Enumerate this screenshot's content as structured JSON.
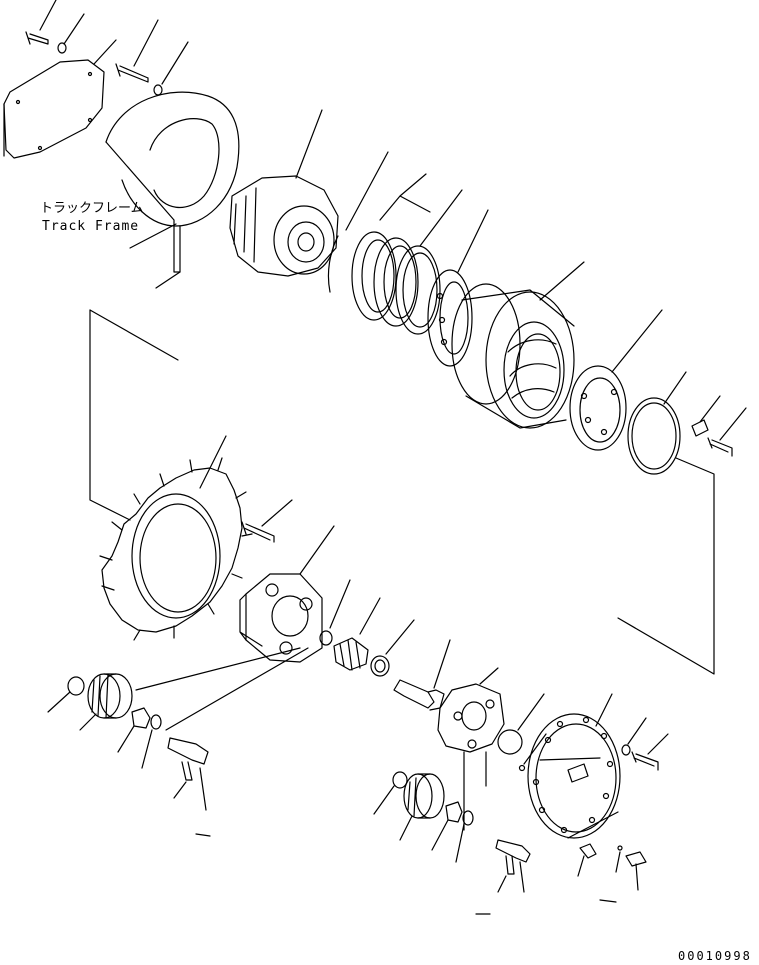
{
  "labels": {
    "track_frame_jp": "トラックフレーム",
    "track_frame_en": "Track Frame"
  },
  "drawing_code": "00010998",
  "colors": {
    "ink": "#000000",
    "paper": "#ffffff"
  }
}
